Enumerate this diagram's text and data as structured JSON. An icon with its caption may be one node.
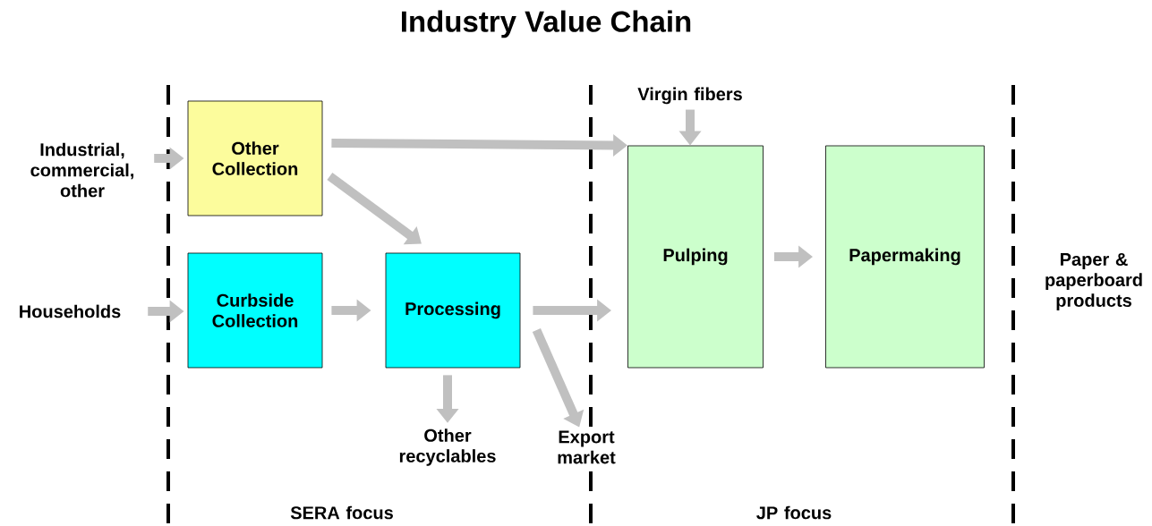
{
  "diagram": {
    "title": "Industry Value Chain",
    "nodes": [
      {
        "text": [
          "Industrial, commercial, other"
        ]
      },
      {
        "text": [
          "Other Collection"
        ]
      },
      {
        "text": [
          "Households"
        ]
      },
      {
        "text": [
          "Curbside Collection"
        ]
      },
      {
        "text": [
          "Processing"
        ]
      },
      {
        "text": [
          "Virgin fibers"
        ]
      },
      {
        "text": [
          "Pulping"
        ]
      },
      {
        "text": [
          "Papermaking"
        ]
      },
      {
        "text": [
          "Other recyclables"
        ]
      },
      {
        "text": [
          "Export market"
        ]
      }
    ],
    "edges": [
      {
        "from": 0,
        "to": 1,
        "arrow": "to"
      },
      {
        "from": 1,
        "to": 6,
        "arrow": "to"
      },
      {
        "from": 1,
        "to": 4,
        "arrow": "to"
      },
      {
        "from": 2,
        "to": 3,
        "arrow": "to"
      },
      {
        "from": 3,
        "to": 4,
        "arrow": "to"
      },
      {
        "from": 4,
        "to": 6,
        "arrow": "to"
      },
      {
        "from": 4,
        "to": 8,
        "arrow": "to"
      },
      {
        "from": 4,
        "to": 9,
        "arrow": "to"
      },
      {
        "from": 5,
        "to": 6,
        "arrow": "to"
      },
      {
        "from": 6,
        "to": 7,
        "arrow": "to"
      }
    ],
    "labels": [
      "Paper & paperboard products",
      "SERA focus",
      "JP focus"
    ]
  }
}
